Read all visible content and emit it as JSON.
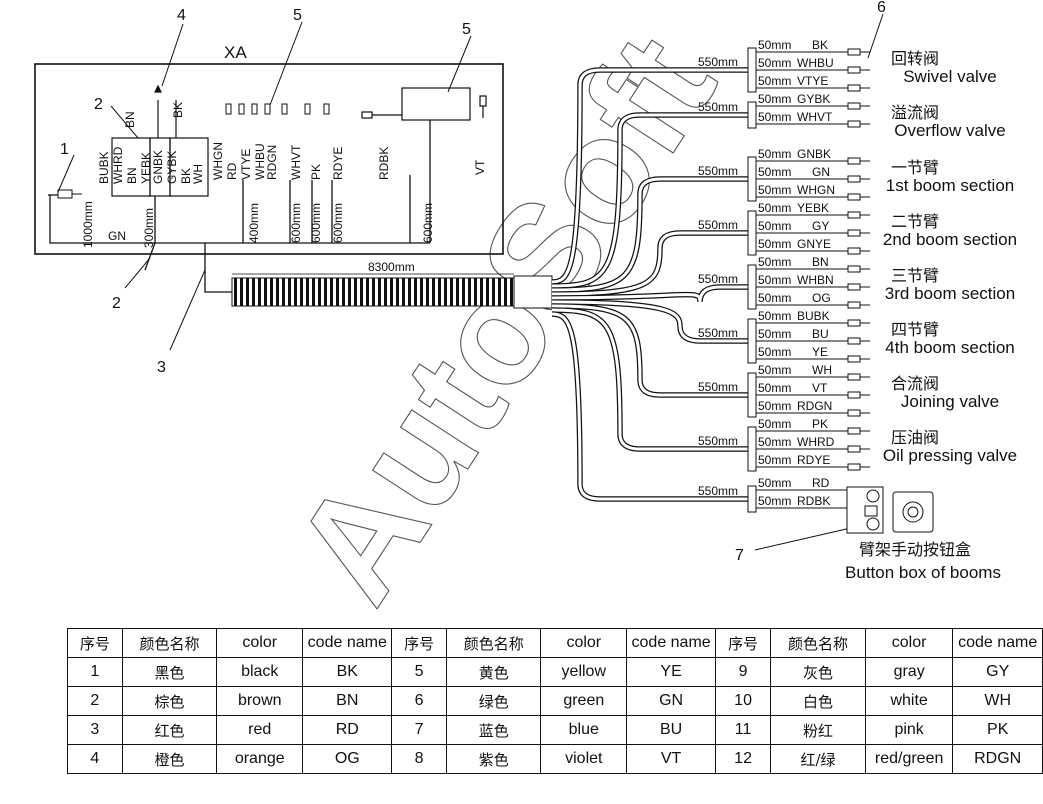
{
  "harness": {
    "box_title": "XA",
    "callouts": {
      "c1": "1",
      "c2a": "2",
      "c2b": "2",
      "c3": "3",
      "c4": "4",
      "c5a": "5",
      "c5b": "5",
      "c6": "6",
      "c7": "7"
    },
    "main_length": "8300mm",
    "ground_wire": "GN",
    "lengths_left": [
      "1000mm",
      "300mm",
      "400mm",
      "600mm",
      "600mm",
      "600mm",
      "600mm"
    ],
    "group_a": [
      "BUBK",
      "WHRD",
      "BN",
      "YEBK",
      "GNBK",
      "GYBK",
      "BK",
      "WH"
    ],
    "group_a_top": [
      "BN",
      "BK"
    ],
    "group_b": [
      "WHGN",
      "RD",
      "VTYE",
      "WHBU",
      "RDGN",
      "WHVT",
      "PK",
      "RDYE"
    ],
    "group_c": [
      "RDBK",
      "VT"
    ]
  },
  "branches": [
    {
      "length": "550mm",
      "wires": [
        {
          "len": "50mm",
          "code": "BK"
        },
        {
          "len": "50mm",
          "code": "WHBU"
        },
        {
          "len": "50mm",
          "code": "VTYE"
        }
      ],
      "label_zh": "回转阀",
      "label_en": "Swivel valve"
    },
    {
      "length": "550mm",
      "wires": [
        {
          "len": "50mm",
          "code": "GYBK"
        },
        {
          "len": "50mm",
          "code": "WHVT"
        }
      ],
      "label_zh": "溢流阀",
      "label_en": "Overflow valve"
    },
    {
      "length": "550mm",
      "wires": [
        {
          "len": "50mm",
          "code": "GNBK"
        },
        {
          "len": "50mm",
          "code": "GN"
        },
        {
          "len": "50mm",
          "code": "WHGN"
        }
      ],
      "label_zh": "一节臂",
      "label_en": "1st boom section"
    },
    {
      "length": "550mm",
      "wires": [
        {
          "len": "50mm",
          "code": "YEBK"
        },
        {
          "len": "50mm",
          "code": "GY"
        },
        {
          "len": "50mm",
          "code": "GNYE"
        }
      ],
      "label_zh": "二节臂",
      "label_en": "2nd boom section"
    },
    {
      "length": "550mm",
      "wires": [
        {
          "len": "50mm",
          "code": "BN"
        },
        {
          "len": "50mm",
          "code": "WHBN"
        },
        {
          "len": "50mm",
          "code": "OG"
        }
      ],
      "label_zh": "三节臂",
      "label_en": "3rd boom section"
    },
    {
      "length": "550mm",
      "wires": [
        {
          "len": "50mm",
          "code": "BUBK"
        },
        {
          "len": "50mm",
          "code": "BU"
        },
        {
          "len": "50mm",
          "code": "YE"
        }
      ],
      "label_zh": "四节臂",
      "label_en": "4th boom section"
    },
    {
      "length": "550mm",
      "wires": [
        {
          "len": "50mm",
          "code": "WH"
        },
        {
          "len": "50mm",
          "code": "VT"
        },
        {
          "len": "50mm",
          "code": "RDGN"
        }
      ],
      "label_zh": "合流阀",
      "label_en": "Joining valve"
    },
    {
      "length": "550mm",
      "wires": [
        {
          "len": "50mm",
          "code": "PK"
        },
        {
          "len": "50mm",
          "code": "WHRD"
        },
        {
          "len": "50mm",
          "code": "RDYE"
        }
      ],
      "label_zh": "压油阀",
      "label_en": "Oil pressing valve"
    },
    {
      "length": "550mm",
      "wires": [
        {
          "len": "50mm",
          "code": "RD"
        },
        {
          "len": "50mm",
          "code": "RDBK"
        }
      ],
      "label_zh": "臂架手动按钮盒",
      "label_en": "Button box of booms"
    }
  ],
  "watermark": "AutoSoft",
  "legend": {
    "headers": [
      "序号",
      "颜色名称",
      "color",
      "code name"
    ],
    "rows": [
      [
        [
          "1",
          "黑色",
          "black",
          "BK"
        ],
        [
          "5",
          "黄色",
          "yellow",
          "YE"
        ],
        [
          "9",
          "灰色",
          "gray",
          "GY"
        ]
      ],
      [
        [
          "2",
          "棕色",
          "brown",
          "BN"
        ],
        [
          "6",
          "绿色",
          "green",
          "GN"
        ],
        [
          "10",
          "白色",
          "white",
          "WH"
        ]
      ],
      [
        [
          "3",
          "红色",
          "red",
          "RD"
        ],
        [
          "7",
          "蓝色",
          "blue",
          "BU"
        ],
        [
          "11",
          "粉红",
          "pink",
          "PK"
        ]
      ],
      [
        [
          "4",
          "橙色",
          "orange",
          "OG"
        ],
        [
          "8",
          "紫色",
          "violet",
          "VT"
        ],
        [
          "12",
          "红/绿",
          "red/green",
          "RDGN"
        ]
      ]
    ]
  }
}
